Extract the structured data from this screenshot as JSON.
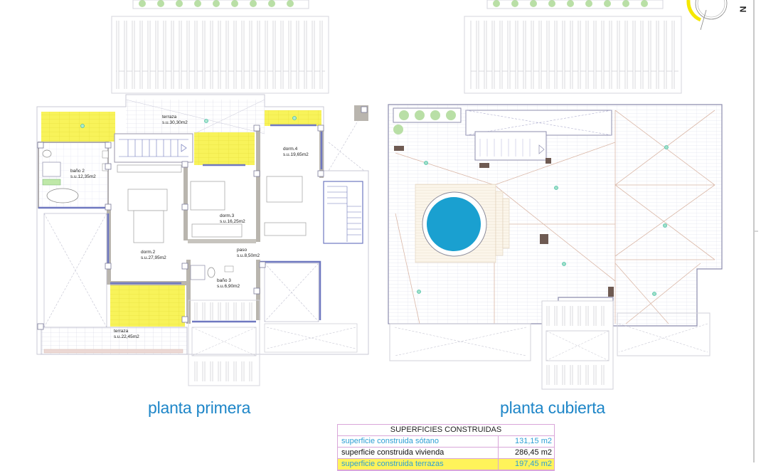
{
  "plans": [
    {
      "title": "planta primera",
      "rooms": [
        {
          "name": "terraza",
          "area": "s.u.30,30m2"
        },
        {
          "name": "baño 2",
          "area": "s.u.12,35m2"
        },
        {
          "name": "dorm.4",
          "area": "s.u.19,65m2"
        },
        {
          "name": "dorm.3",
          "area": "s.u.16,25m2"
        },
        {
          "name": "dorm.2",
          "area": "s.u.27,95m2"
        },
        {
          "name": "paso",
          "area": "s.u.8,50m2"
        },
        {
          "name": "baño 3",
          "area": "s.u.6,90m2"
        },
        {
          "name": "terraza",
          "area": "s.u.22,45m2"
        }
      ]
    },
    {
      "title": "planta cubierta",
      "rooms": []
    }
  ],
  "compass": {
    "label": "N",
    "accent": "#f5e800"
  },
  "surfaces_table": {
    "title": "SUPERFICIES CONSTRUIDAS",
    "rows": [
      {
        "label": "superficie construida sótano",
        "value": "131,15 m2",
        "style": "blue"
      },
      {
        "label": "superficie construida vivienda",
        "value": "286,45 m2",
        "style": "black"
      },
      {
        "label": "superficie construida terrazas",
        "value": "197,45 m2",
        "style": "yellow"
      }
    ]
  },
  "colors": {
    "title_blue": "#1e86c8",
    "terrace_yellow": "#f7f25a",
    "pool_blue": "#1aa0d0",
    "wall_grey": "#b9b5ae",
    "window_blue": "#6f78c0",
    "roof_line": "#d8b8a8"
  }
}
